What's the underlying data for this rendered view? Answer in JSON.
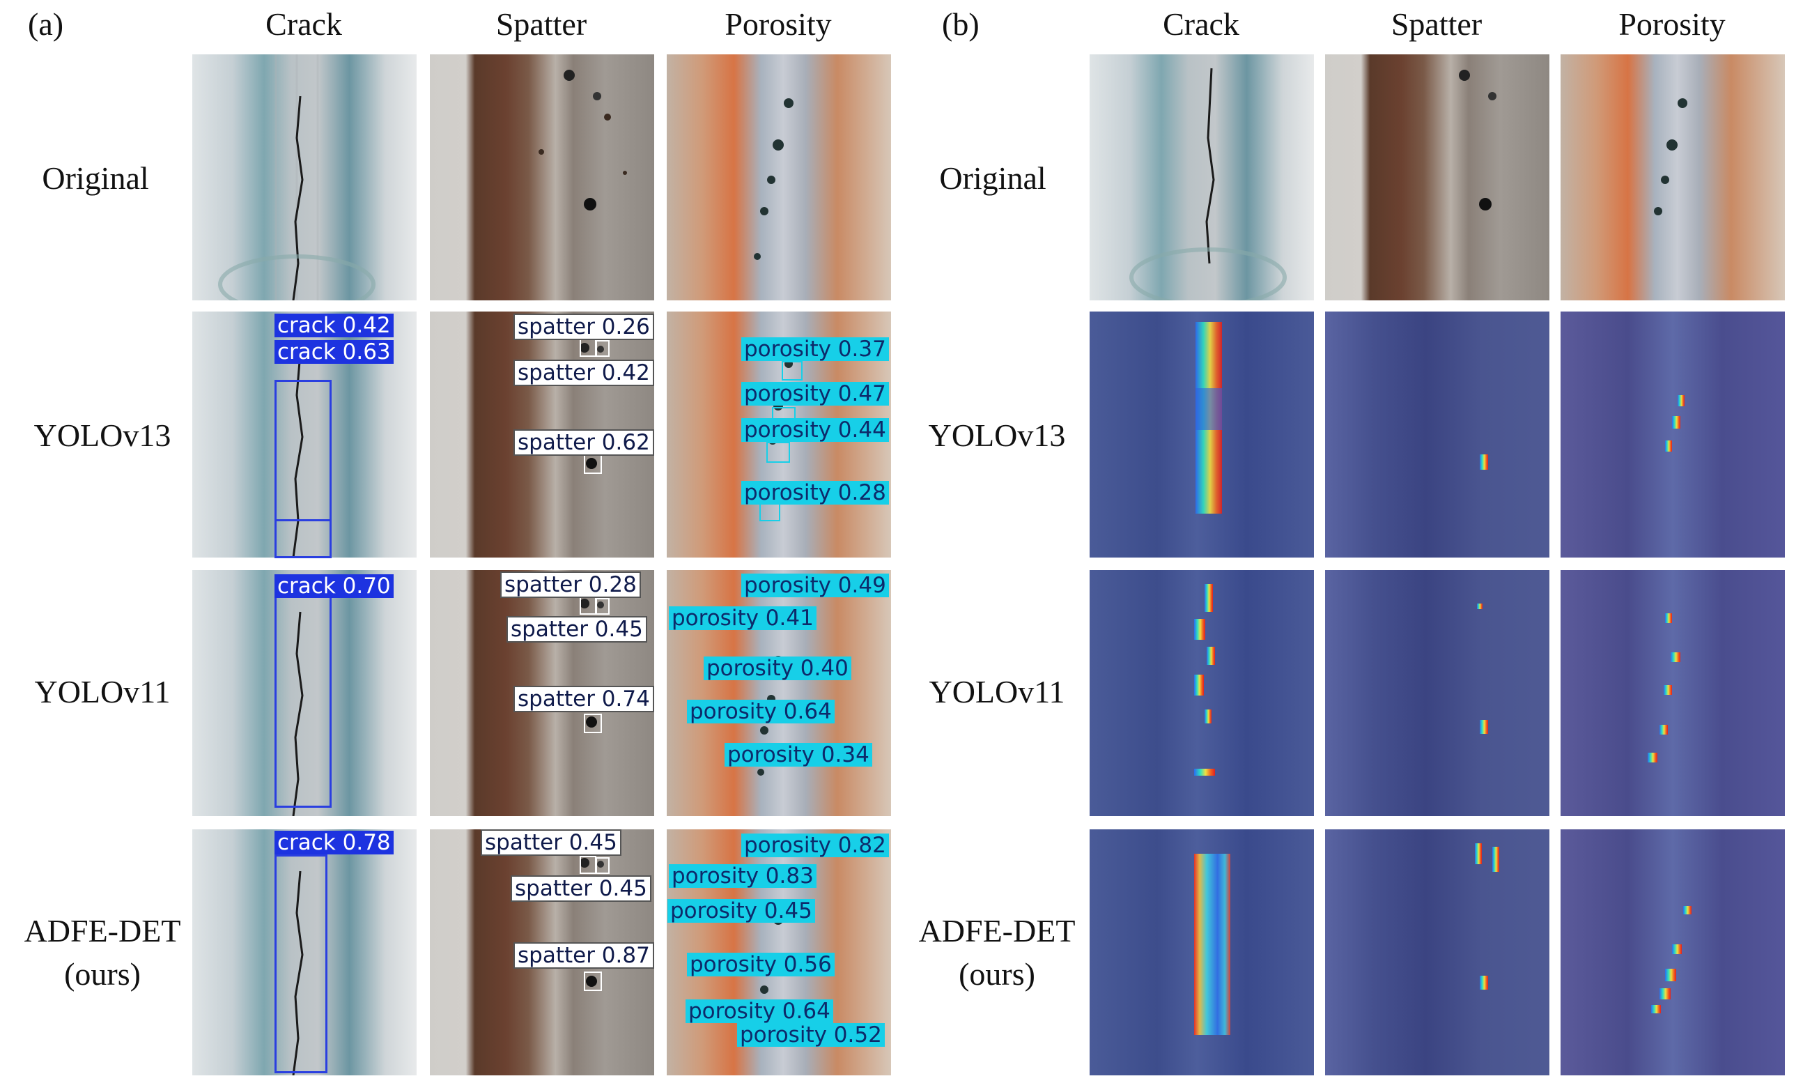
{
  "panel_a": {
    "tag": "(a)",
    "columns": [
      "Crack",
      "Spatter",
      "Porosity"
    ],
    "rows": [
      "Original",
      "YOLOv13",
      "YOLOv11",
      "ADFE-DET\n(ours)"
    ],
    "detections": {
      "yolov13": {
        "crack": [
          "crack 0.42",
          "crack 0.63"
        ],
        "spatter": [
          "spatter 0.26",
          "spatter 0.42",
          "spatter 0.62"
        ],
        "porosity": [
          "porosity 0.37",
          "porosity 0.47",
          "porosity 0.44",
          "porosity 0.28"
        ]
      },
      "yolov11": {
        "crack": [
          "crack 0.70"
        ],
        "spatter": [
          "spatter 0.28",
          "spatter 0.45",
          "spatter 0.74"
        ],
        "porosity": [
          "porosity 0.49",
          "porosity 0.41",
          "porosity 0.40",
          "porosity 0.64",
          "porosity 0.34"
        ]
      },
      "adfe": {
        "crack": [
          "crack 0.78"
        ],
        "spatter": [
          "spatter 0.45",
          "spatter 0.45",
          "spatter 0.87"
        ],
        "porosity": [
          "porosity 0.82",
          "porosity 0.83",
          "porosity 0.45",
          "porosity 0.56",
          "porosity 0.64",
          "porosity 0.52"
        ]
      }
    }
  },
  "panel_b": {
    "tag": "(b)",
    "columns": [
      "Crack",
      "Spatter",
      "Porosity"
    ],
    "rows": [
      "Original",
      "YOLOv13",
      "YOLOv11",
      "ADFE-DET\n(ours)"
    ]
  },
  "colors": {
    "crack_label": "#1d33e0",
    "porosity_label": "#17cfe8",
    "spatter_label": "#ffffff"
  }
}
